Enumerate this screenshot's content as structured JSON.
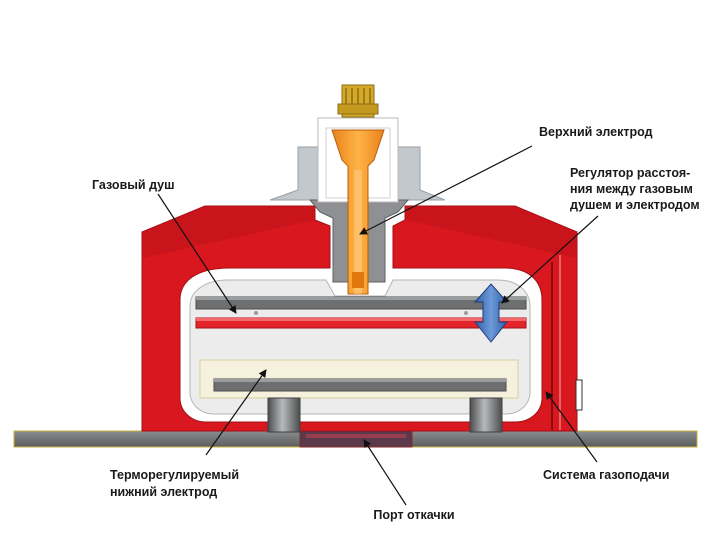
{
  "labels": {
    "upper_electrode": "Верхний электрод",
    "gas_shower": "Газовый душ",
    "gap_regulator": [
      "Регулятор расстоя-",
      "ния между газовым",
      "душем и электродом"
    ],
    "lower_electrode": [
      "Терморегулируемый",
      "нижний электрод"
    ],
    "gas_supply": "Система газоподачи",
    "pump_port": "Порт откачки"
  },
  "colors": {
    "chamber_red": "#d8171f",
    "dark_red": "#a30f15",
    "electrode_orange": "#f7941d",
    "insulator_gray": "#c3c8cd",
    "metal_dark": "#6d6f70",
    "arrow_blue": "#3f6fb8",
    "plate_red": "#e5232a",
    "connector_gold": "#d4a92a"
  }
}
